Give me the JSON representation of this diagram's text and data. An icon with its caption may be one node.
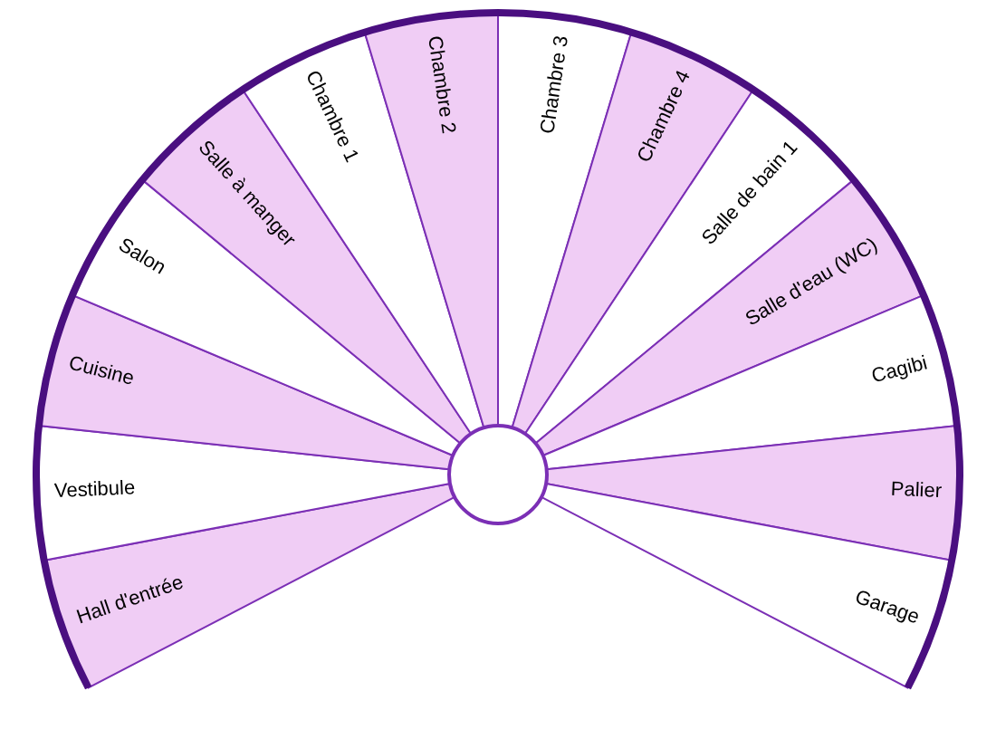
{
  "diagram": {
    "nodes": [
      {
        "text": [
          "Hall d'entrée"
        ]
      },
      {
        "text": [
          "Vestibule"
        ]
      },
      {
        "text": [
          "Cuisine"
        ]
      },
      {
        "text": [
          "Salon"
        ]
      },
      {
        "text": [
          "Salle à manger"
        ]
      },
      {
        "text": [
          "Chambre 1"
        ]
      },
      {
        "text": [
          "Chambre 2"
        ]
      },
      {
        "text": [
          "Chambre 3"
        ]
      },
      {
        "text": [
          "Chambre 4"
        ]
      },
      {
        "text": [
          "Salle de bain 1"
        ]
      },
      {
        "text": [
          "Salle d'eau (WC)"
        ]
      },
      {
        "text": [
          "Cagibi"
        ]
      },
      {
        "text": [
          "Palier"
        ]
      },
      {
        "text": [
          "Garage"
        ]
      }
    ]
  }
}
